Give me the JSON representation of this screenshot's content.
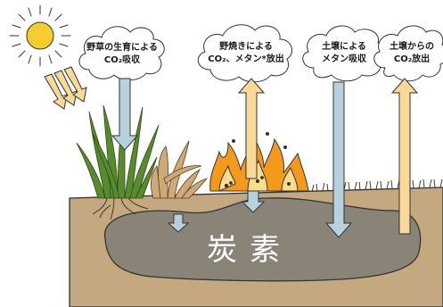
{
  "bubbles": {
    "weeds": "野草の生育による\nCO₂吸収",
    "burning": "野焼きによる\nCO₂、メタン*放出",
    "soil_methane": "土壌による\nメタン吸収",
    "soil_co2": "土壌からの\nCO₂放出"
  },
  "carbon_label": "炭素",
  "colors": {
    "soil": "#c4a87f",
    "carbon_pool": "#8a8377",
    "absorb_arrow": "#b7d2de",
    "emit_arrow": "#f8d997",
    "fire": "#f39a1c",
    "sun": "#f7cc2e",
    "grass": "#5a8a2e",
    "dry_grass": "#b38a55"
  },
  "icons": [
    "sun-icon",
    "sunlight-arrows-icon",
    "green-grass-icon",
    "dry-grass-icon",
    "fire-icon",
    "stubble-icon"
  ]
}
